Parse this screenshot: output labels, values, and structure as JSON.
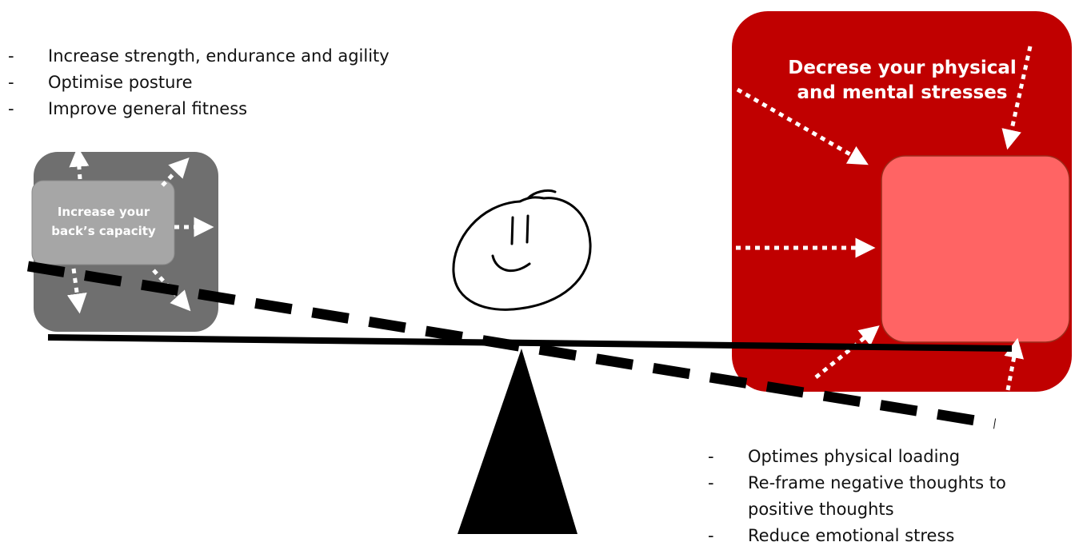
{
  "capacity": {
    "label_line1": "Increase your",
    "label_line2": "back’s capacity",
    "items": [
      "Increase strength, endurance and agility",
      "Optimise posture",
      "Improve general fitness"
    ]
  },
  "stress": {
    "title_line1": "Decrese your physical",
    "title_line2": "and mental stresses",
    "items": [
      "Optimes physical loading",
      "Re-frame negative thoughts to",
      "positive thoughts",
      "Reduce emotional stress"
    ]
  },
  "colors": {
    "capacity_outer": "#6f6f6f",
    "capacity_inner": "#a6a6a6",
    "stress_outer": "#c00000",
    "stress_inner": "#ff6464",
    "beam": "#000000"
  }
}
